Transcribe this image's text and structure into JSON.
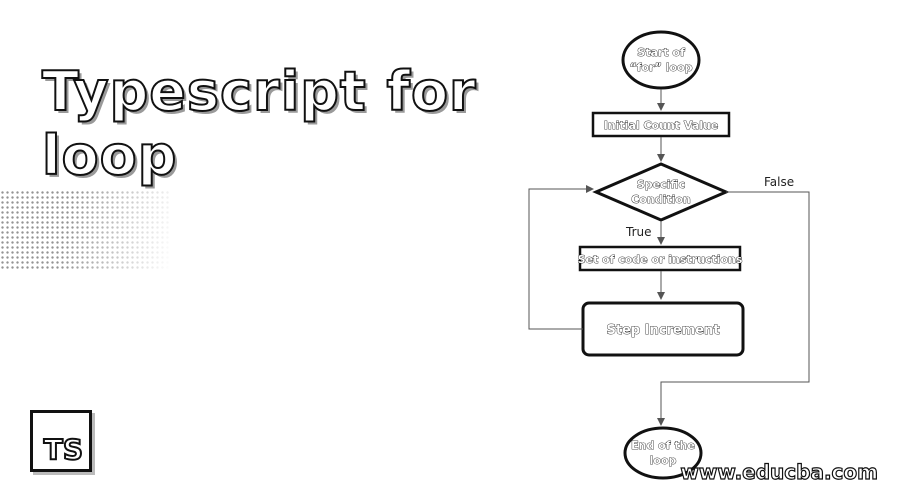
{
  "title": "Typescript for loop",
  "logo": {
    "text": "TS",
    "icon": "typescript-logo-icon"
  },
  "watermark": "www.educba.com",
  "flowchart": {
    "nodes": {
      "start": {
        "line1": "Start of",
        "line2": "“for” loop"
      },
      "init": {
        "label": "Initial Count Value"
      },
      "condition": {
        "line1": "Specific",
        "line2": "Condition"
      },
      "body": {
        "label": "Set of code or instructions"
      },
      "step": {
        "label": "Step Increment"
      },
      "end": {
        "line1": "End of the",
        "line2": "loop"
      }
    },
    "edges": {
      "true_label": "True",
      "false_label": "False"
    }
  }
}
